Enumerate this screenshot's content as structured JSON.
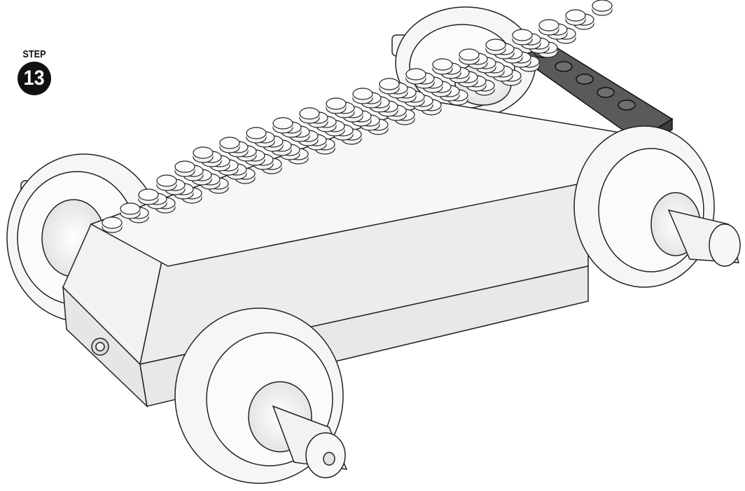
{
  "step": {
    "label": "STEP",
    "number": "13"
  },
  "colors": {
    "outline": "#222222",
    "body": "#f2f2f2",
    "shade": "#d9d9d9",
    "dark_plate": "#5a5a5a"
  },
  "icons": [
    "step-badge",
    "lego-car-chassis"
  ]
}
